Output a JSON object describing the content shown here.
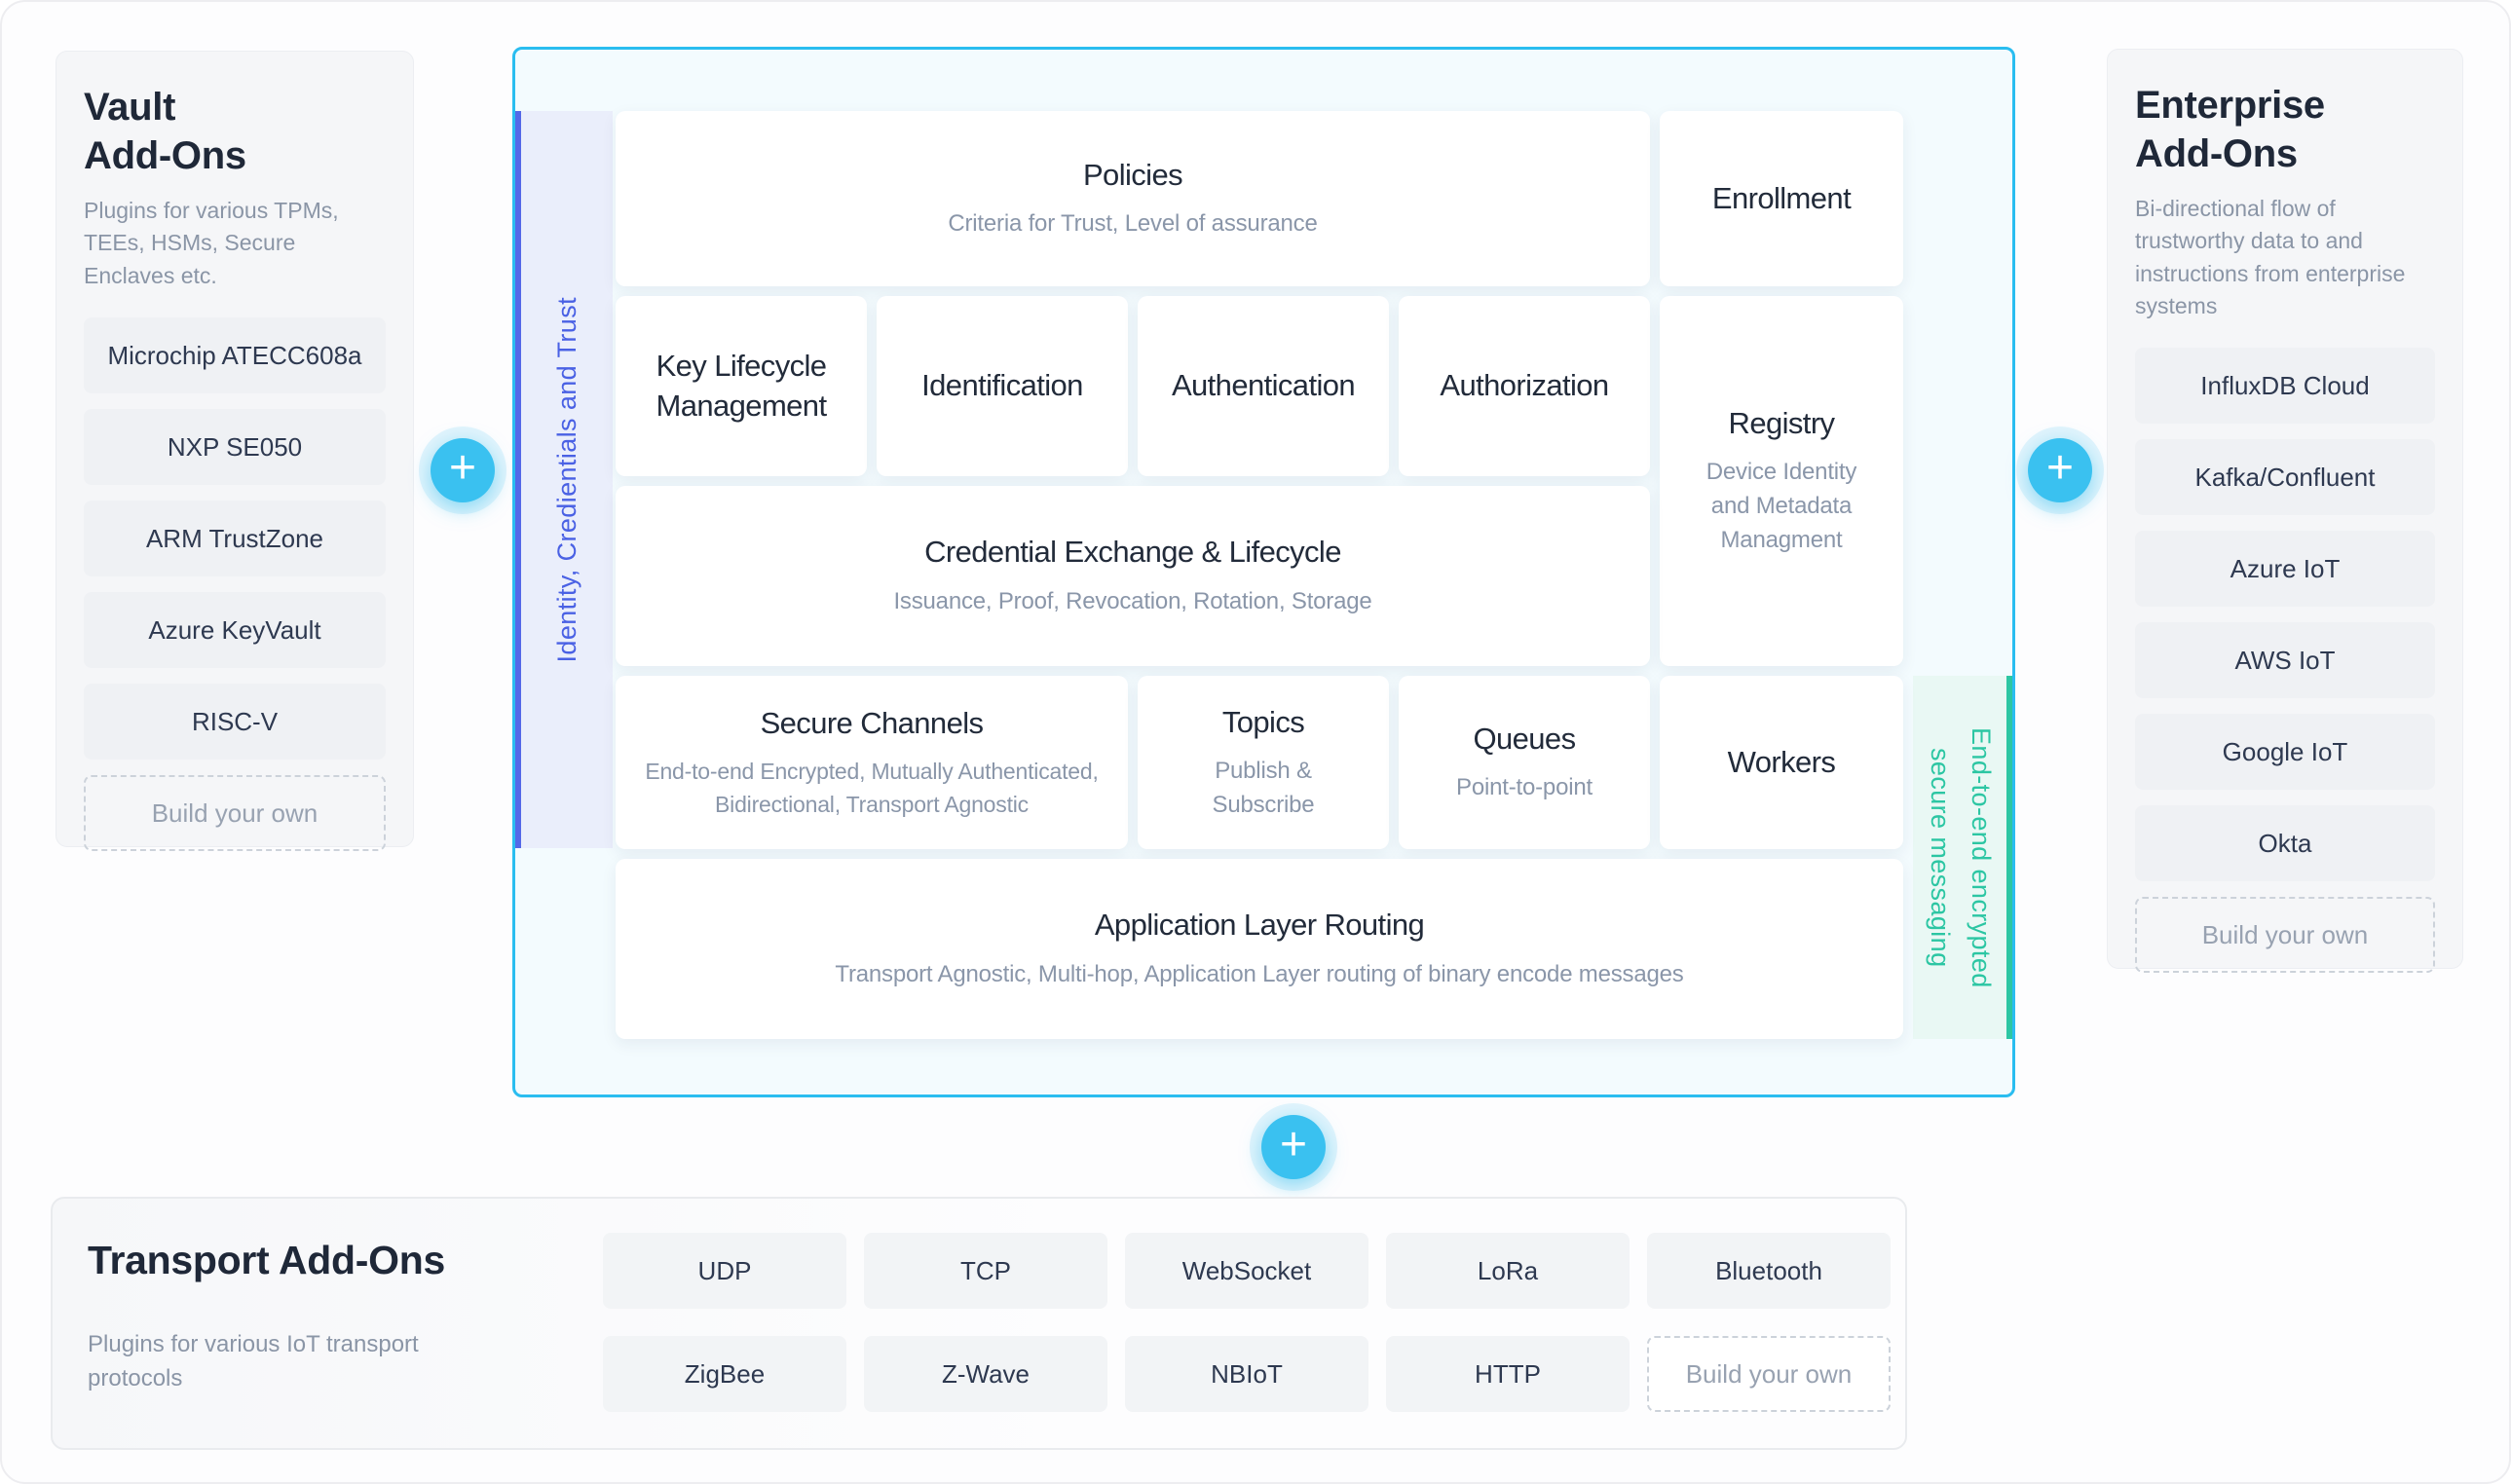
{
  "colors": {
    "accent_cyan": "#2abdf0",
    "rail_indigo": "#4a61e4",
    "rail_teal": "#2cc6a3",
    "plus_button": "#3ac1f0"
  },
  "plus_label": "+",
  "vault_panel": {
    "title": "Vault\nAdd-Ons",
    "subtitle": "Plugins for various TPMs, TEEs, HSMs, Secure Enclaves etc.",
    "items": [
      "Microchip ATECC608a",
      "NXP SE050",
      "ARM TrustZone",
      "Azure KeyVault",
      "RISC-V"
    ],
    "build_your_own": "Build your own"
  },
  "enterprise_panel": {
    "title": "Enterprise\nAdd-Ons",
    "subtitle": "Bi-directional flow of trustworthy data to and instructions from enterprise systems",
    "items": [
      "InfluxDB Cloud",
      "Kafka/Confluent",
      "Azure IoT",
      "AWS IoT",
      "Google IoT",
      "Okta"
    ],
    "build_your_own": "Build your own"
  },
  "transport_panel": {
    "title": "Transport Add-Ons",
    "subtitle": "Plugins for various IoT transport protocols",
    "items": [
      "UDP",
      "TCP",
      "WebSocket",
      "LoRa",
      "Bluetooth",
      "ZigBee",
      "Z-Wave",
      "NBIoT",
      "HTTP"
    ],
    "build_your_own": "Build your own"
  },
  "core": {
    "identity_rail": "Identity, Credientials and Trust",
    "messaging_rail": "End-to-end encrypted\nsecure messaging",
    "policies": {
      "title": "Policies",
      "subtitle": "Criteria for Trust, Level of assurance"
    },
    "enrollment": {
      "title": "Enrollment"
    },
    "key_lifecycle": {
      "title": "Key Lifecycle Management"
    },
    "identification": {
      "title": "Identification"
    },
    "authentication": {
      "title": "Authentication"
    },
    "authorization": {
      "title": "Authorization"
    },
    "registry": {
      "title": "Registry",
      "subtitle": "Device Identity and Metadata Managment"
    },
    "credential_exchange": {
      "title": "Credential Exchange & Lifecycle",
      "subtitle": "Issuance, Proof, Revocation, Rotation, Storage"
    },
    "secure_channels": {
      "title": "Secure Channels",
      "subtitle": "End-to-end Encrypted, Mutually Authenticated, Bidirectional, Transport Agnostic"
    },
    "topics": {
      "title": "Topics",
      "subtitle": "Publish & Subscribe"
    },
    "queues": {
      "title": "Queues",
      "subtitle": "Point-to-point"
    },
    "workers": {
      "title": "Workers"
    },
    "app_routing": {
      "title": "Application Layer Routing",
      "subtitle": "Transport Agnostic, Multi-hop, Application Layer routing of binary encode messages"
    }
  }
}
